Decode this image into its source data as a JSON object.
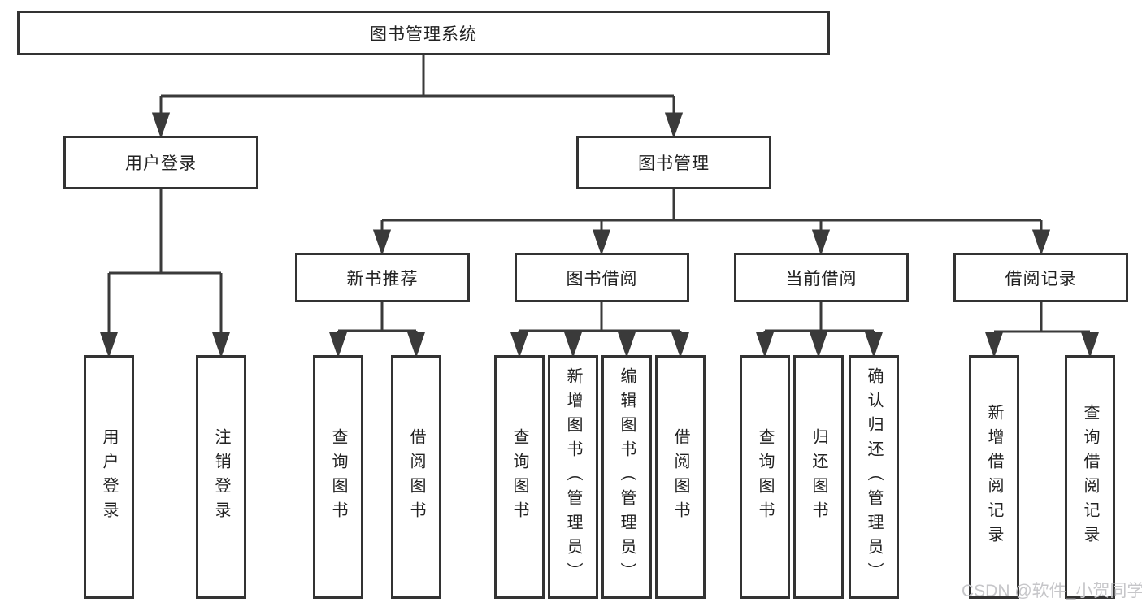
{
  "diagram": {
    "root": {
      "label": "图书管理系统"
    },
    "level2": [
      {
        "label": "用户登录"
      },
      {
        "label": "图书管理"
      }
    ],
    "level3": [
      {
        "label": "新书推荐",
        "parent": "图书管理"
      },
      {
        "label": "图书借阅",
        "parent": "图书管理"
      },
      {
        "label": "当前借阅",
        "parent": "图书管理"
      },
      {
        "label": "借阅记录",
        "parent": "图书管理"
      }
    ],
    "leaves": [
      {
        "label": "用户登录",
        "parent": "用户登录"
      },
      {
        "label": "注销登录",
        "parent": "用户登录"
      },
      {
        "label": "查询图书",
        "parent": "新书推荐"
      },
      {
        "label": "借阅图书",
        "parent": "新书推荐"
      },
      {
        "label": "查询图书",
        "parent": "图书借阅"
      },
      {
        "label": "新增图书（管理员）",
        "parent": "图书借阅"
      },
      {
        "label": "编辑图书（管理员）",
        "parent": "图书借阅"
      },
      {
        "label": "借阅图书",
        "parent": "图书借阅"
      },
      {
        "label": "查询图书",
        "parent": "当前借阅"
      },
      {
        "label": "归还图书",
        "parent": "当前借阅"
      },
      {
        "label": "确认归还（管理员）",
        "parent": "当前借阅"
      },
      {
        "label": "新增借阅记录",
        "parent": "借阅记录"
      },
      {
        "label": "查询借阅记录",
        "parent": "借阅记录"
      }
    ],
    "colors": {
      "line": "#3a3a3a",
      "box_border": "#333333",
      "text": "#222222",
      "background": "#ffffff"
    }
  },
  "watermark": {
    "text": "CSDN @软件_小贺同学",
    "color": "#c6c6c9"
  }
}
